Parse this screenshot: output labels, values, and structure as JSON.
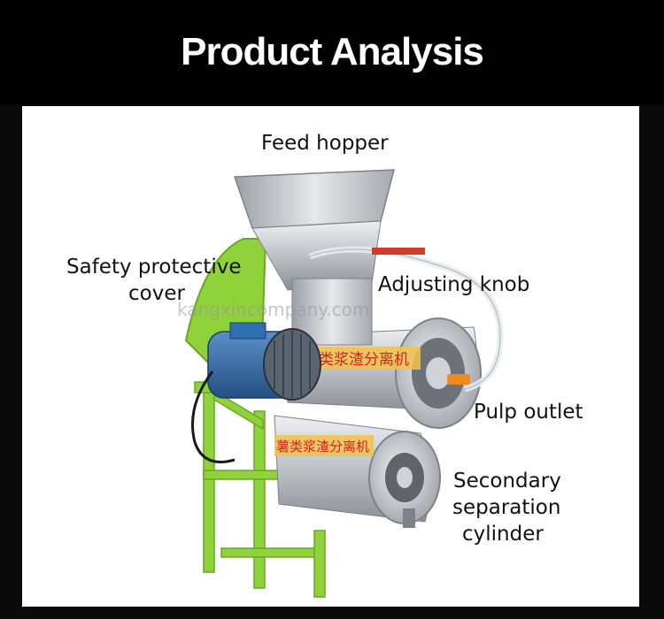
{
  "header": {
    "title": "Product Analysis"
  },
  "labels": {
    "feed_hopper": "Feed hopper",
    "safety_cover_line1": "Safety protective",
    "safety_cover_line2": "cover",
    "adjusting_knob": "Adjusting knob",
    "pulp_outlet": "Pulp outlet",
    "secondary_line1": "Secondary",
    "secondary_line2": "separation",
    "secondary_line3": "cylinder"
  },
  "machine": {
    "upper_cylinder_text": "类浆渣分离机",
    "lower_cylinder_text": "薯类浆渣分离机"
  },
  "watermark": "kangxincompany.com",
  "colors": {
    "frame_green": "#8fd23a",
    "steel": "#c9cdd2",
    "motor_blue": "#2e6fb0",
    "header_bg": "#000000"
  }
}
